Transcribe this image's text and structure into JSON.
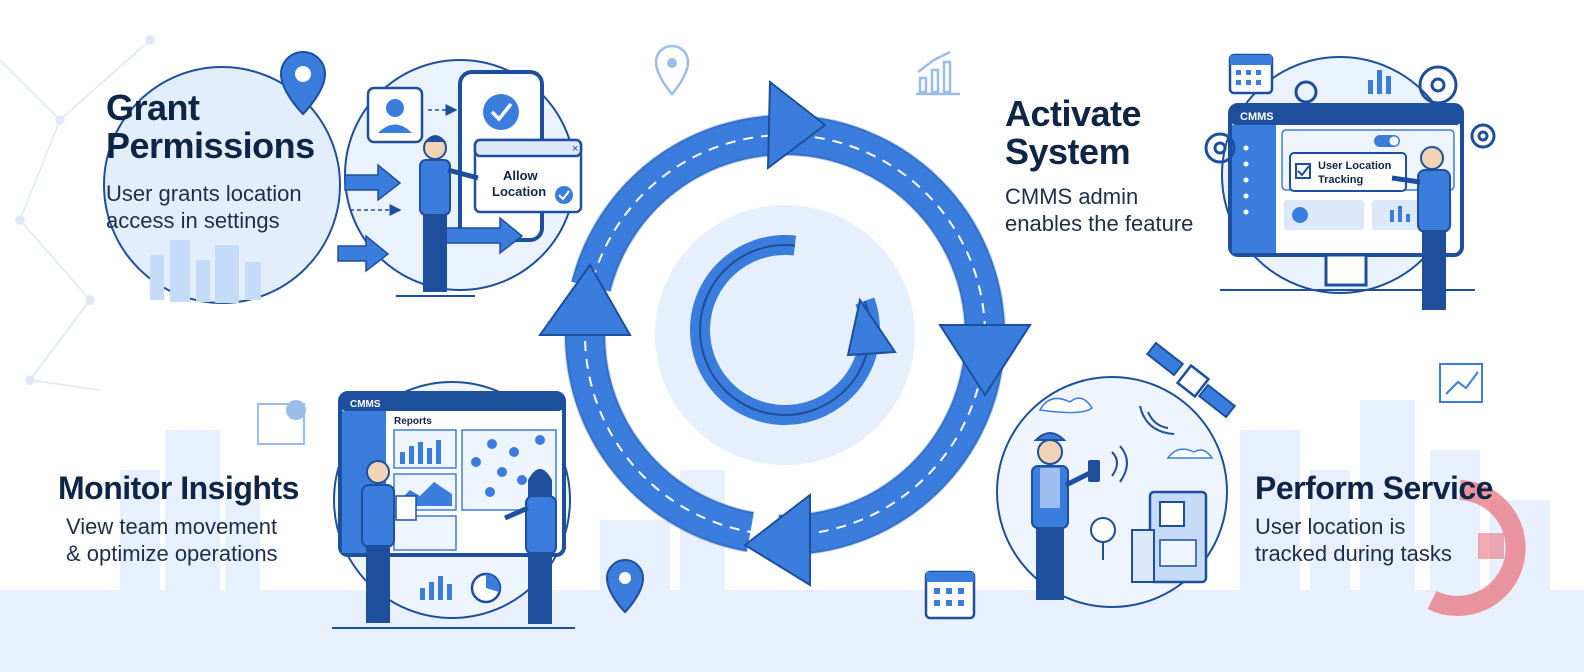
{
  "colors": {
    "primary": "#3b7ddd",
    "primary_dark": "#1d4f9c",
    "light_blue": "#dbe9fb",
    "pale_blue": "#eef5fe",
    "navy_text": "#0f2545",
    "watermark": "#e8747e"
  },
  "steps": [
    {
      "id": "grant",
      "title_line1": "Grant",
      "title_line2": "Permissions",
      "desc_line1": "User grants location",
      "desc_line2": "access in settings",
      "illustration_text": {
        "dialog_line1": "Allow",
        "dialog_line2": "Location"
      }
    },
    {
      "id": "activate",
      "title_line1": "Activate",
      "title_line2": "System",
      "desc_line1": "CMMS admin",
      "desc_line2": "enables the feature",
      "illustration_text": {
        "window_title": "CMMS",
        "option_line1": "User Location",
        "option_line2": "Tracking"
      }
    },
    {
      "id": "perform",
      "title": "Perform Service",
      "desc_line1": "User location is",
      "desc_line2": "tracked during tasks"
    },
    {
      "id": "monitor",
      "title": "Monitor Insights",
      "desc_line1": "View team movement",
      "desc_line2": "& optimize operations",
      "illustration_text": {
        "window_title": "CMMS",
        "panel_title": "Reports"
      }
    }
  ],
  "icons": [
    "location-pin-icon",
    "bar-chart-icon",
    "calendar-icon",
    "gear-icon",
    "checkmark-icon",
    "user-icon",
    "satellite-icon",
    "pie-chart-icon",
    "cycle-arrows-icon"
  ]
}
